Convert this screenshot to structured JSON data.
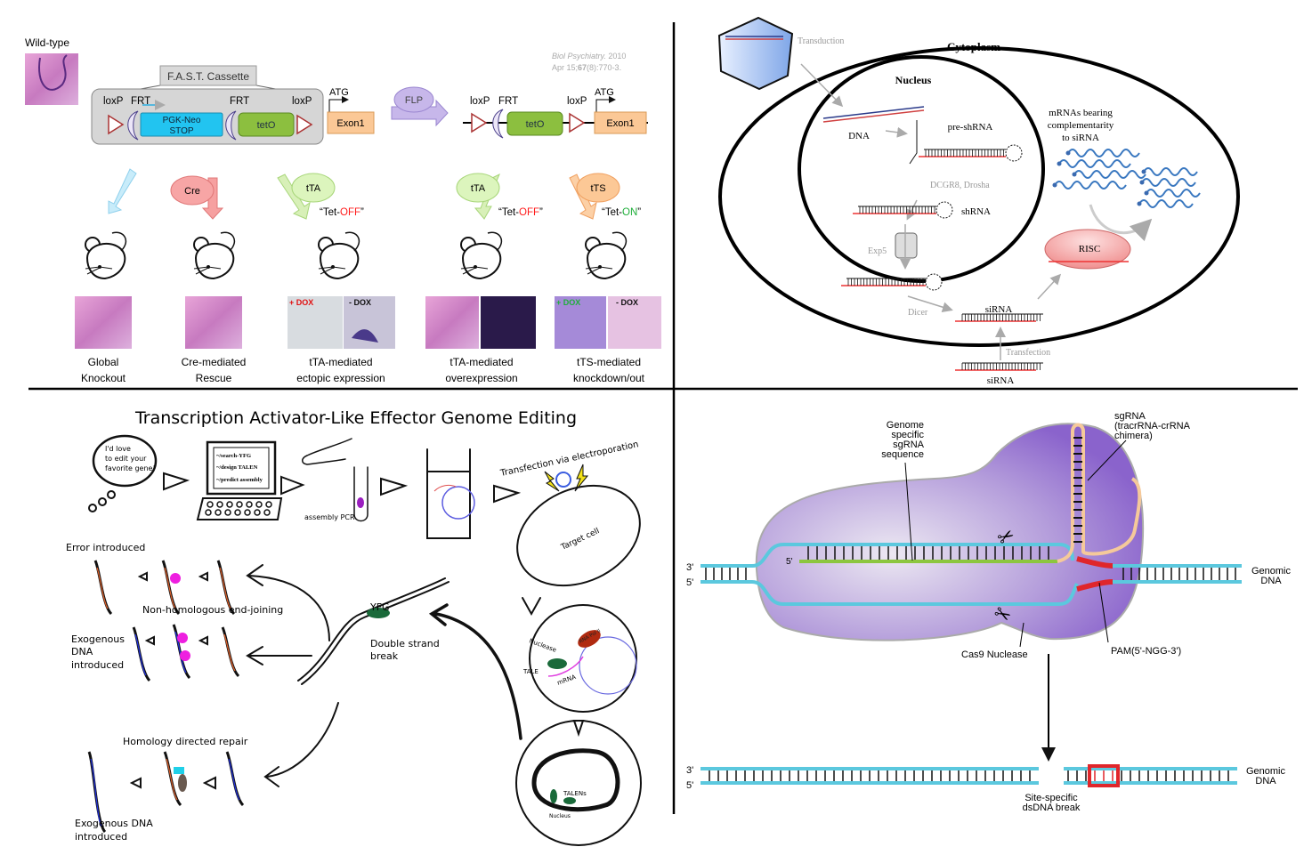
{
  "panel_top_left": {
    "wild_type": "Wild-type",
    "cassette_label": "F.A.S.T. Cassette",
    "loxp": "loxP",
    "frt": "FRT",
    "pgk_neo": [
      "PGK-Neo",
      "STOP"
    ],
    "teto": "tetO",
    "atg": "ATG",
    "exon1": "Exon1",
    "flp": "FLP",
    "citation": {
      "journal": "Biol Psychiatry.",
      "year": " 2010",
      "line2_a": "Apr 15;",
      "volume": "67",
      "line2_b": "(8):770-3."
    },
    "cre": "Cre",
    "tta": "tTA",
    "tts": "tTS",
    "tet_prefix": "“Tet-",
    "off": "OFF",
    "on": "ON",
    "quote_close": "”",
    "plus_dox": "+ DOX",
    "minus_dox": "- DOX",
    "colors": {
      "off": "#ff1a1a",
      "on": "#1fae3a",
      "pgk": "#22c4f0",
      "teto": "#8cbf3f",
      "exon": "#fbc896"
    },
    "captions": [
      [
        "Global",
        "Knockout"
      ],
      [
        "Cre-mediated",
        "Rescue"
      ],
      [
        "tTA-mediated",
        "ectopic expression"
      ],
      [
        "tTA-mediated",
        "overexpression"
      ],
      [
        "tTS-mediated",
        "knockdown/out"
      ]
    ]
  },
  "panel_top_right": {
    "transduction": "Transduction",
    "cytoplasm": "Cytoplasm",
    "nucleus": "Nucleus",
    "dna": "DNA",
    "pre_shrna": "pre-shRNA",
    "dcgr8": "DCGR8, Drosha",
    "shrna": "shRNA",
    "exp5": "Exp5",
    "dicer": "Dicer",
    "sirna": "siRNA",
    "transfection": "Transfection",
    "mrnas": [
      "mRNAs bearing",
      "complementarity",
      "to siRNA"
    ],
    "risc": "RISC"
  },
  "panel_bottom_left": {
    "title": "Transcription Activator-Like Effector Genome Editing",
    "thought": [
      "I'd love",
      "to edit your",
      "favorite gene!"
    ],
    "terminal": [
      "~/search-YFG",
      "~/design TALEN",
      "~/predict assembly"
    ],
    "assembly_pcr": "assembly PCR",
    "electroporation": "Transfection via electroporation",
    "target_cell": "Target cell",
    "error_introduced": "Error introduced",
    "nhej": "Non-homologous end-joining",
    "exogenous_dna_1": [
      "Exogenous",
      "DNA",
      "introduced"
    ],
    "yfg": "YFG",
    "dsb": [
      "Double strand",
      "break"
    ],
    "hdr": "Homology directed repair",
    "exogenous_dna_2": [
      "Exogenous DNA",
      "introduced"
    ],
    "nuclease": "Nuclease",
    "tale": "TALE",
    "mrna": "mRNA",
    "rna_pol": "RNA Pol II",
    "talens": "TALENs",
    "nucleus": "Nucleus"
  },
  "panel_bottom_right": {
    "genome_specific": [
      "Genome",
      "specific",
      "sgRNA",
      "sequence"
    ],
    "sgrna": [
      "sgRNA",
      "(tracrRNA-crRNA",
      "chimera)"
    ],
    "three_prime": "3'",
    "five_prime": "5'",
    "genomic_dna": [
      "Genomic",
      "DNA"
    ],
    "cas9": "Cas9 Nuclease",
    "pam": "PAM(5'-NGG-3')",
    "break": [
      "Site-specific",
      "dsDNA break"
    ],
    "colors": {
      "dna": "#5bc8de",
      "guide": "#8cc63f",
      "pam": "#e0262b",
      "cas9": "#8e66cc",
      "tracr": "#f5c99a"
    }
  }
}
